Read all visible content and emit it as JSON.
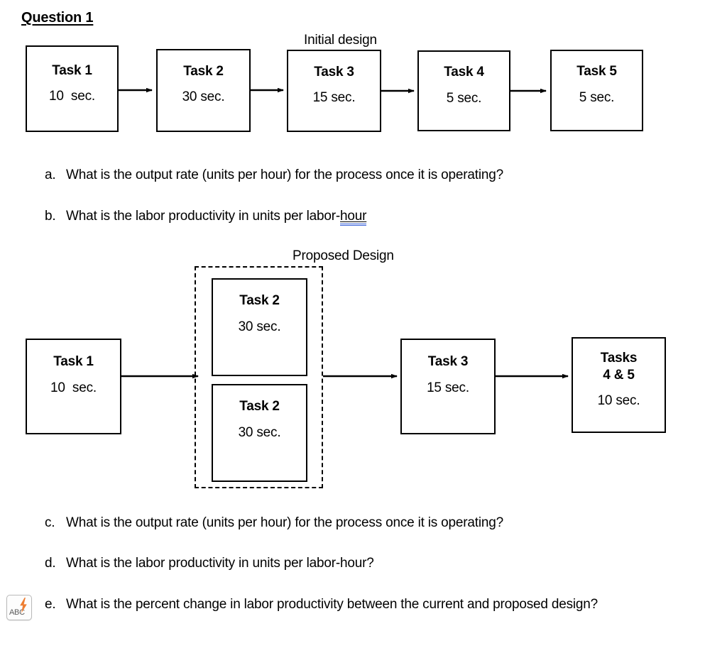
{
  "heading": "Question 1",
  "initial_design": {
    "label": "Initial design",
    "tasks": [
      {
        "name": "Task 1",
        "time": "10  sec."
      },
      {
        "name": "Task 2",
        "time": "30 sec."
      },
      {
        "name": "Task 3",
        "time": "15 sec."
      },
      {
        "name": "Task 4",
        "time": "5 sec."
      },
      {
        "name": "Task 5",
        "time": "5 sec."
      }
    ]
  },
  "proposed_design": {
    "label": "Proposed Design",
    "first_task": {
      "name": "Task 1",
      "time": "10  sec."
    },
    "parallel_tasks": [
      {
        "name": "Task 2",
        "time": "30 sec."
      },
      {
        "name": "Task 2",
        "time": "30 sec."
      }
    ],
    "then_tasks": [
      {
        "name": "Task 3",
        "time": "15 sec."
      },
      {
        "name_line1": "Tasks",
        "name_line2": "4 & 5",
        "time": "10 sec."
      }
    ]
  },
  "questions": [
    {
      "marker": "a.",
      "text": "What is the output rate (units per hour) for the process once it is operating?"
    },
    {
      "marker": "b.",
      "text_before": "What is the labor productivity in units per labor-",
      "flagged_word": "hour",
      "text_after": ""
    },
    {
      "marker": "c.",
      "text": "What is the output rate (units per hour) for the process once it is operating?"
    },
    {
      "marker": "d.",
      "text": "What is the labor productivity in units per labor-hour?"
    },
    {
      "marker": "e.",
      "text": "What is the percent change in labor productivity between the current and proposed design?"
    }
  ],
  "proofing_badge": {
    "label": "ABC",
    "icon": "lightning-bolt-icon",
    "bolt_color": "#ED7D31"
  },
  "colors": {
    "stroke": "#000000",
    "background": "#ffffff",
    "spellcheck_underline": "#3a62d8"
  }
}
